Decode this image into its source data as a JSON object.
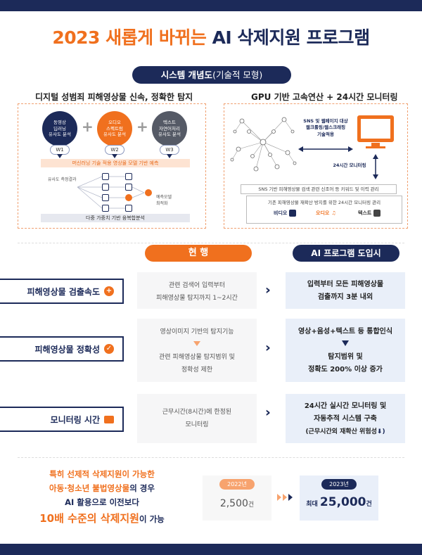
{
  "title": {
    "part1": "2023 새롭게 바뀌는 ",
    "part2": "AI 삭제지원 프로그램"
  },
  "system_pill": {
    "main": "시스템 개념도",
    "sub": "(기술적 모형)"
  },
  "left_panel": {
    "heading": "디지털 성범죄 피해영상물 신속, 정확한 탐지",
    "circles": [
      "동영상\n딥러닝\n유사도 분석",
      "오디오\n스펙트럼\n유사도 분석",
      "텍스트\n자연어처리\n유사도 분석"
    ],
    "weights": [
      "W1",
      "W2",
      "W3"
    ],
    "ml_bar": "머신러닝 기술 적용 영상물 모델 기반 예측",
    "similarity_label": "유사도 측정결과",
    "optimize_label": "예측모델\n최적화",
    "bottom_bar": "다중 가중치 기반 융복합분석"
  },
  "right_panel": {
    "heading": "GPU 기반 고속연산 + 24시간 모니터링",
    "crawl_text": "SNS 및 웹페이지 대상\n웹크롤링/웹스크래핑\n기술적용",
    "monitor_label": "24시간 모니터링",
    "box1": "SNS 기반 피해영상물 검색 관련 신조어 등 키워드 및 이력 관리",
    "box2": "기존 피해영상물 재확산 방지를 위한 24시간 모니터링 관리",
    "media": [
      "비디오",
      "오디오",
      "텍스트"
    ]
  },
  "compare": {
    "header_current": "현 행",
    "header_ai": "AI 프로그램 도입시",
    "rows": [
      {
        "label": "피해영상물 검출속도",
        "current": [
          "관련 검색어 입력부터",
          "피해영상물 탐지까지 1~2시간"
        ],
        "ai": [
          "입력부터 모든 피해영상물",
          "검출까지 ",
          "3분 내외"
        ]
      },
      {
        "label": "피해영상물 정확성",
        "current": [
          "영상이미지 기반의 탐지기능",
          "관련 피해영상물 탐지범위 및",
          "정확성 제한"
        ],
        "ai": [
          "영상+음성+텍스트 등 통합인식",
          "탐지범위 및",
          "정확도 200% 이상 증가"
        ]
      },
      {
        "label": "모니터링 시간",
        "current": [
          "근무시간(8시간)에 한정된",
          "모니터링"
        ],
        "ai": [
          "24시간 실시간 모니터링 및",
          "자동추적 시스템 구축",
          "(근무시간외 재확산 위험성"
        ]
      }
    ]
  },
  "bottom": {
    "line1": "특히 선제적 삭제지원이 가능한",
    "line2a": "아동·청소년 불법영상물",
    "line2b": "의 경우",
    "line3": "AI 활용으로 이전보다",
    "line4a": "10배 수준의 삭제지원",
    "line4b": "이 가능",
    "year1": "2022년",
    "val1": "2,500",
    "unit1": "건",
    "year2": "2023년",
    "val2_prefix": "최대 ",
    "val2": "25,000",
    "unit2": "건"
  },
  "colors": {
    "orange": "#f0701e",
    "navy": "#1c2a59"
  }
}
